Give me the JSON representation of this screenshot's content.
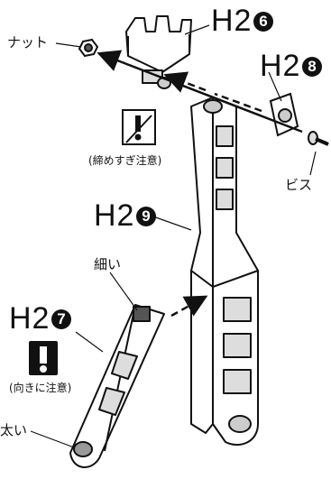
{
  "parts": [
    {
      "id": "H2",
      "num": "6"
    },
    {
      "id": "H2",
      "num": "8"
    },
    {
      "id": "H2",
      "num": "9"
    },
    {
      "id": "H2",
      "num": "7"
    }
  ],
  "labels": {
    "nut": "ナット",
    "screw": "ビス",
    "thin": "細い",
    "thick": "太い",
    "caution_tighten": "(締めすぎ注意)",
    "caution_direction": "(向きに注意)"
  },
  "icons": [
    "wrench-caution-icon",
    "exclamation-caution-icon"
  ]
}
